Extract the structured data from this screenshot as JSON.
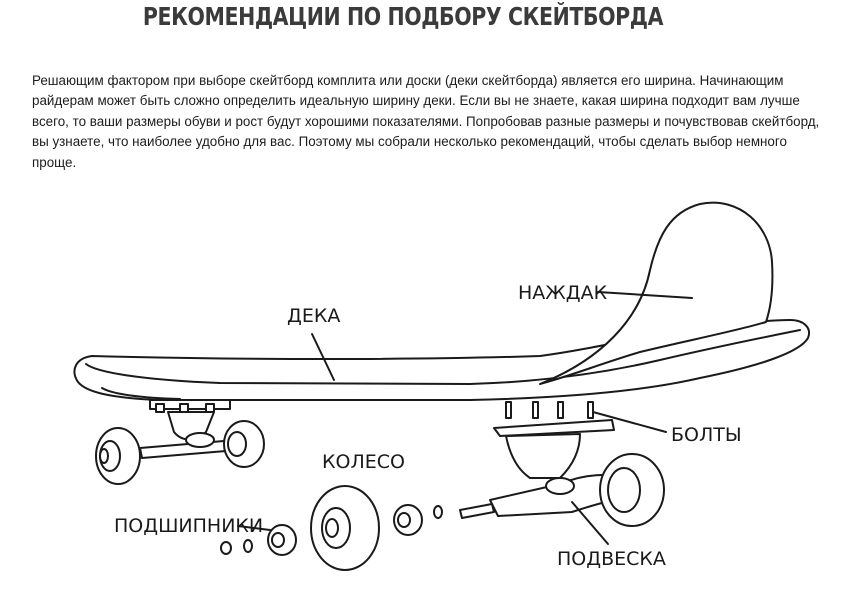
{
  "title": "РЕКОМЕНДАЦИИ ПО ПОДБОРУ СКЕЙТБОРДА",
  "intro": "Решающим фактором при выборе скейтборд комплита или доски (деки скейтборда) является его ширина. Начинающим райдерам может быть сложно определить идеальную ширину деки. Если вы не знаете, какая ширина подходит вам лучше всего, то ваши размеры обуви и рост будут хорошими показателями. Попробовав разные размеры и почувствовав скейтборд, вы узнаете, что наиболее удобно для вас. Поэтому мы собрали несколько рекомендаций, чтобы сделать выбор немного проще.",
  "diagram": {
    "labels": {
      "deck": "ДЕКА",
      "griptape": "НАЖДАК",
      "bolts": "БОЛТЫ",
      "wheel": "КОЛЕСО",
      "bearings": "ПОДШИПНИКИ",
      "truck": "ПОДВЕСКА"
    }
  }
}
